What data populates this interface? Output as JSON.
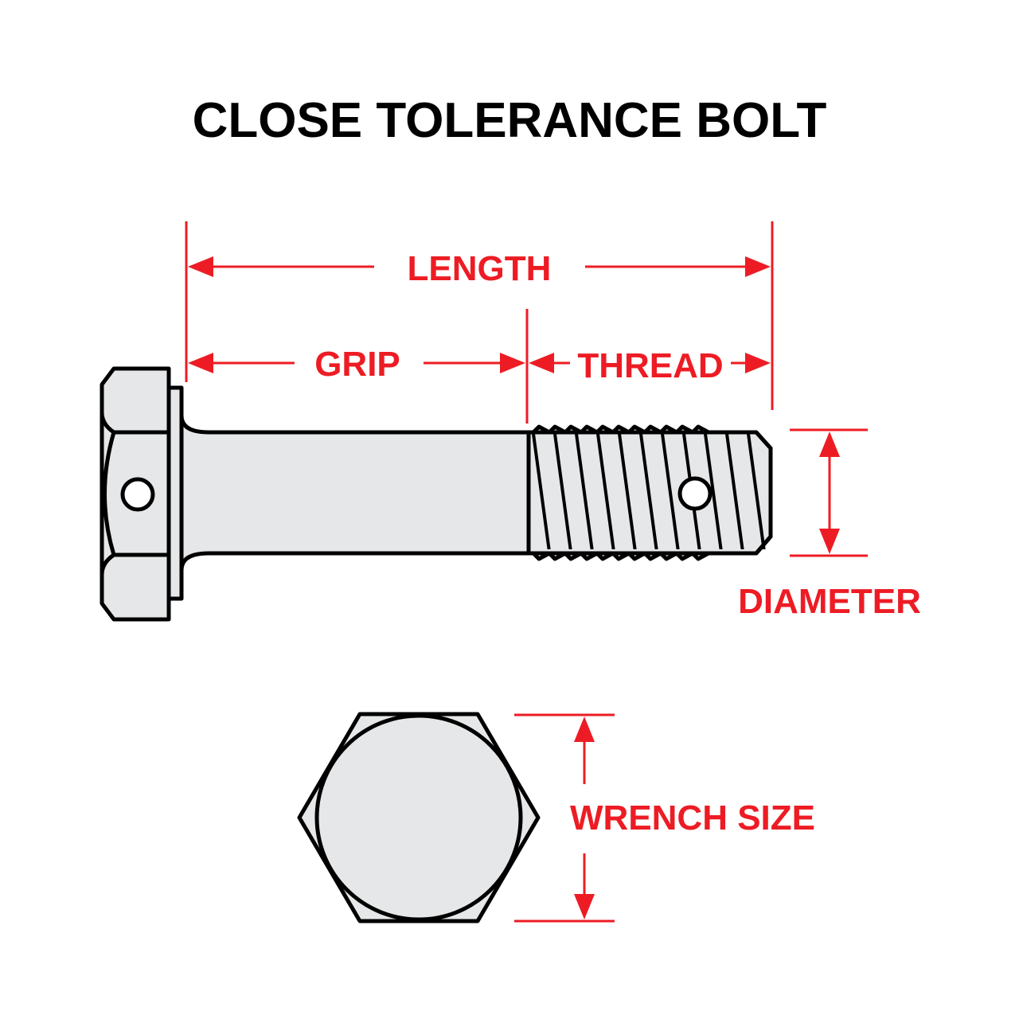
{
  "title": "CLOSE TOLERANCE BOLT",
  "colors": {
    "dimension": "#ed1c24",
    "part_fill": "#e6e7e8",
    "outline": "#000000"
  },
  "labels": {
    "length": "LENGTH",
    "grip": "GRIP",
    "thread": "THREAD",
    "diameter": "DIAMETER",
    "wrench_size": "WRENCH SIZE"
  }
}
